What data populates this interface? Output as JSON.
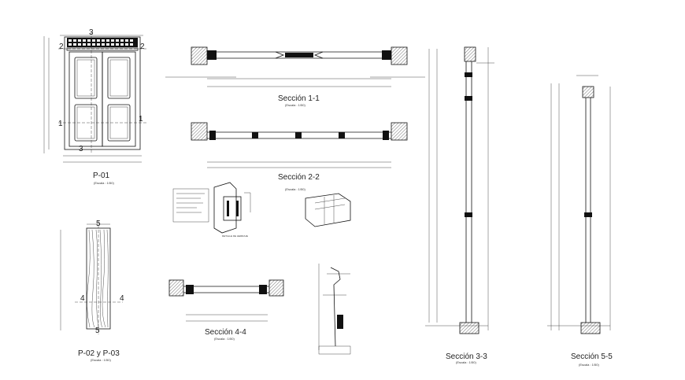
{
  "drawings": {
    "p01": {
      "title": "P-01",
      "scale": "(Escala : 1/50)"
    },
    "p0203": {
      "title": "P-02 y P-03",
      "scale": "(Escala : 1/50)"
    },
    "sec11": {
      "title": "Sección 1-1",
      "scale": "(Escala : 1/50)"
    },
    "sec22": {
      "title": "Sección 2-2",
      "scale": "(Escala : 1/50)"
    },
    "sec44": {
      "title": "Sección 4-4",
      "scale": "(Escala : 1/50)"
    },
    "sec33": {
      "title": "Sección 3-3",
      "scale": "(Escala : 1/50)"
    },
    "sec55": {
      "title": "Sección 5-5",
      "scale": "(Escala : 1/50)"
    }
  },
  "section_marks": {
    "p01": [
      "1",
      "2",
      "3",
      "3",
      "1",
      "2"
    ],
    "p0203": [
      "5",
      "4",
      "4",
      "5"
    ]
  },
  "detail_label": "DETALLE DE HERRAJE"
}
